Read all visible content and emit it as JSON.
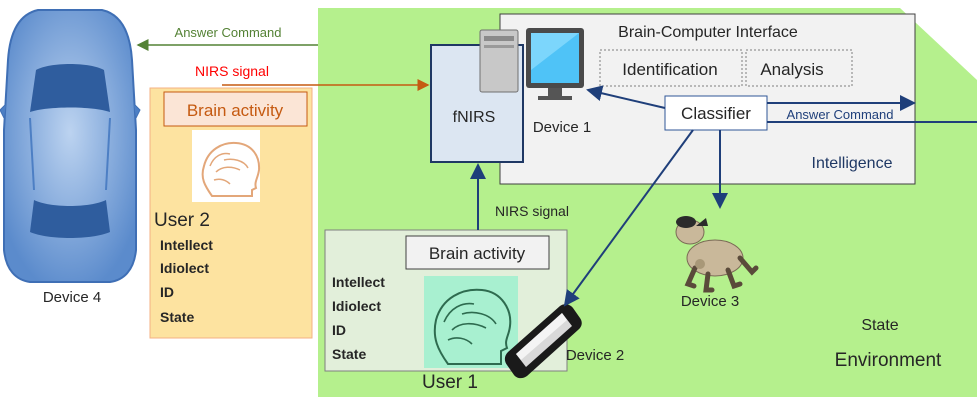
{
  "labels": {
    "bci_title": "Brain-Computer Interface",
    "identification": "Identification",
    "analysis": "Analysis",
    "classifier": "Classifier",
    "intelligence": "Intelligence",
    "fnirs": "fNIRS",
    "device1": "Device 1",
    "device2": "Device 2",
    "device3": "Device 3",
    "device4": "Device 4",
    "answer_command_top": "Answer Command",
    "answer_command_right": "Answer Command",
    "nirs_signal_top": "NIRS signal",
    "nirs_signal_mid": "NIRS signal",
    "brain_activity_user2": "Brain activity",
    "brain_activity_user1": "Brain activity",
    "user2": "User 2",
    "user1": "User 1",
    "state": "State",
    "environment": "Environment"
  },
  "user2_attributes": [
    "Intellect",
    "Idiolect",
    "ID",
    "State"
  ],
  "user1_attributes": [
    "Intellect",
    "Idiolect",
    "ID",
    "State"
  ],
  "colors": {
    "environment_fill": "#b5f08d",
    "bci_fill": "#f2f2f2",
    "fnirs_fill": "#dce6f2",
    "fnirs_border": "#1f3864",
    "user2_fill": "#fde3a0",
    "user1_fill": "#e2efda",
    "arrow_blue": "#1f3f7a",
    "arrow_green": "#548235",
    "arrow_orange": "#c55a11",
    "nirs_red": "#ff0000",
    "user2_text": "#c55a11",
    "car_blue": "#6b9ad6"
  }
}
